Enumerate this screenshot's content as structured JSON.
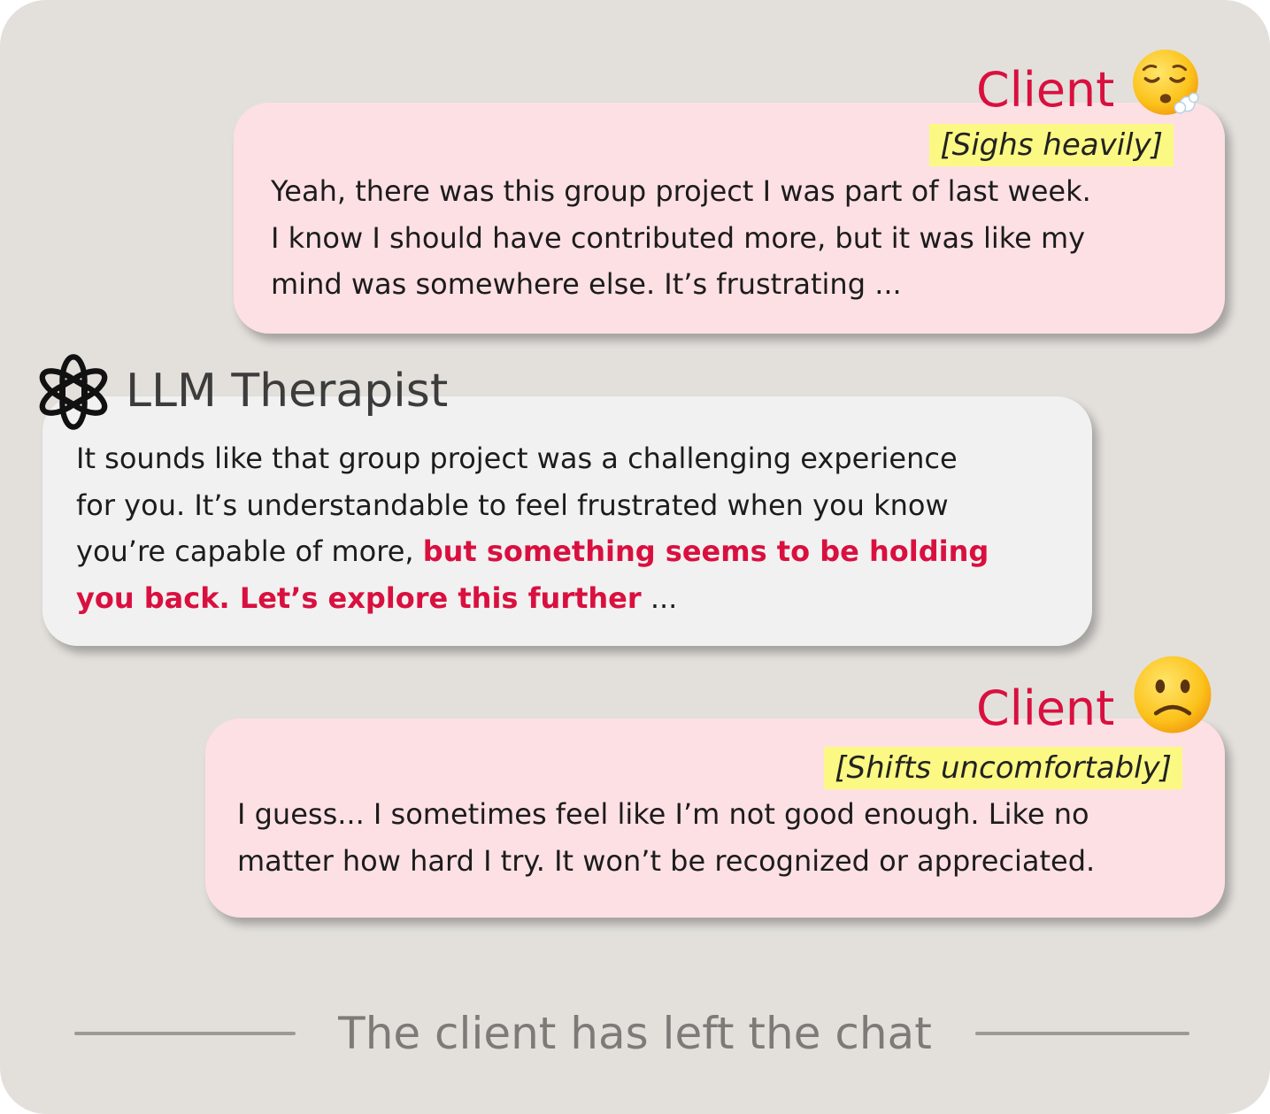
{
  "messages": [
    {
      "speaker": "Client",
      "emoji": "sighing-face",
      "action": "[Sighs heavily]",
      "lines": [
        "Yeah, there was this group project I was part of last week.",
        "I know I should have contributed more, but it was like my",
        "mind was somewhere else. It’s frustrating ..."
      ]
    },
    {
      "speaker": "LLM Therapist",
      "icon": "openai-logo",
      "line1": "It sounds like that group project was a challenging experience",
      "line2": "for you. It’s understandable to feel frustrated when you know",
      "line3_plain": "you’re capable of more, ",
      "line3_highlight": "but something seems to be holding",
      "line4_highlight": "you back. Let’s explore this further",
      "line4_plain": " ..."
    },
    {
      "speaker": "Client",
      "emoji": "slightly-frowning-face",
      "action": "[Shifts uncomfortably]",
      "lines": [
        "I guess... I sometimes feel like I’m not good enough. Like no",
        "matter how hard I try. It won’t be recognized or appreciated."
      ]
    }
  ],
  "status": "The client has left the chat",
  "colors": {
    "accent": "#d9103f",
    "client_bubble": "#fde0e4",
    "therapist_bubble": "#f1f1f1",
    "action_highlight": "#fbf983",
    "background": "#e3e0dc"
  }
}
